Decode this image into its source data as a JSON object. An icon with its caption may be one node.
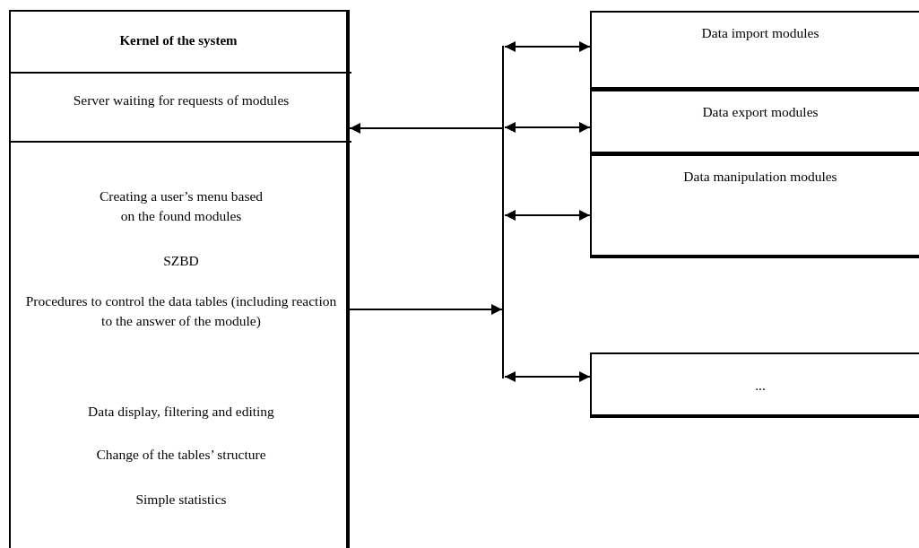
{
  "diagram": {
    "nodes": [
      {
        "text": [
          "Kernel of the system"
        ]
      },
      {
        "text": [
          "Server waiting for requests of modules"
        ],
        "in": 0
      },
      {
        "text": [
          "Creating a user’s menu based on the found modules",
          "SZBD",
          "Procedures to control the data tables (including reaction to the answer of the module)",
          "Data display, filtering and editing",
          "Change of the tables’ structure",
          "Simple statistics"
        ],
        "in": 0
      },
      {
        "text": [
          "Data import modules"
        ]
      },
      {
        "text": [
          "Data export modules"
        ]
      },
      {
        "text": [
          "Data manipulation modules"
        ]
      },
      {
        "text": [
          "..."
        ]
      },
      {
        "text": [],
        "shape": "bar"
      }
    ],
    "edges": [
      {
        "from": 7,
        "to": 1,
        "arrow": "to"
      },
      {
        "from": 2,
        "to": 7,
        "arrow": "to"
      },
      {
        "from": 7,
        "to": 3,
        "arrow": "both"
      },
      {
        "from": 7,
        "to": 4,
        "arrow": "both"
      },
      {
        "from": 7,
        "to": 5,
        "arrow": "both"
      },
      {
        "from": 7,
        "to": 6,
        "arrow": "both"
      }
    ]
  }
}
